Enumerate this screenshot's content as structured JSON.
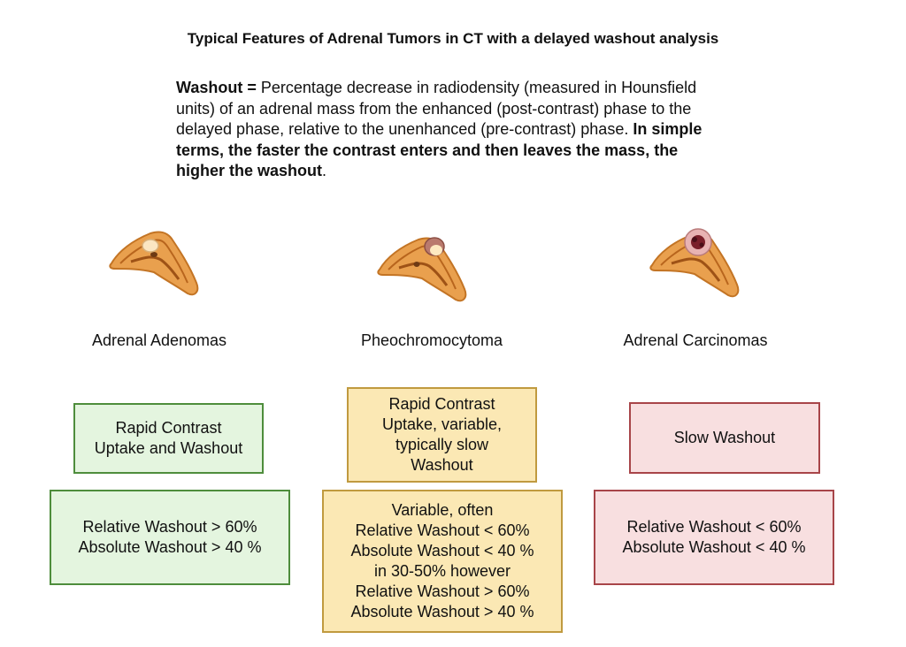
{
  "title": "Typical Features of Adrenal Tumors in CT with a delayed washout analysis",
  "definition": {
    "term": "Washout =",
    "text": " Percentage decrease in radiodensity (measured in Hounsfield units) of an adrenal mass from the enhanced (post-contrast) phase to the delayed phase, relative to the unenhanced (pre-contrast) phase. ",
    "emphasis": "In simple terms,  the faster the contrast enters and then leaves the mass, the higher the washout",
    "end": "."
  },
  "columns": [
    {
      "label": "Adrenal Adenomas",
      "uptake": [
        "Rapid Contrast",
        "Uptake and Washout"
      ],
      "values": [
        "Relative Washout > 60%",
        "Absolute Washout > 40 %"
      ]
    },
    {
      "label": "Pheochromocytoma",
      "uptake": [
        "Rapid Contrast",
        "Uptake, variable,",
        "typically slow",
        "Washout"
      ],
      "values": [
        "Variable, often",
        "Relative Washout < 60%",
        "Absolute Washout < 40 %",
        "in 30-50% however",
        "Relative Washout > 60%",
        "Absolute Washout > 40 %"
      ]
    },
    {
      "label": "Adrenal Carcinomas",
      "uptake": [
        "Slow Washout"
      ],
      "values": [
        "Relative Washout < 60%",
        "Absolute Washout < 40 %"
      ]
    }
  ],
  "colors": {
    "adenoma_fill": "#e4f5df",
    "adenoma_border": "#4e8d3c",
    "pheo_fill": "#fbe8b4",
    "pheo_border": "#c09a3f",
    "carcinoma_fill": "#f8dfe0",
    "carcinoma_border": "#a84549",
    "gland": "#e9a04e"
  },
  "icons": [
    "adrenal-adenoma-icon",
    "adrenal-pheochromocytoma-icon",
    "adrenal-carcinoma-icon"
  ]
}
